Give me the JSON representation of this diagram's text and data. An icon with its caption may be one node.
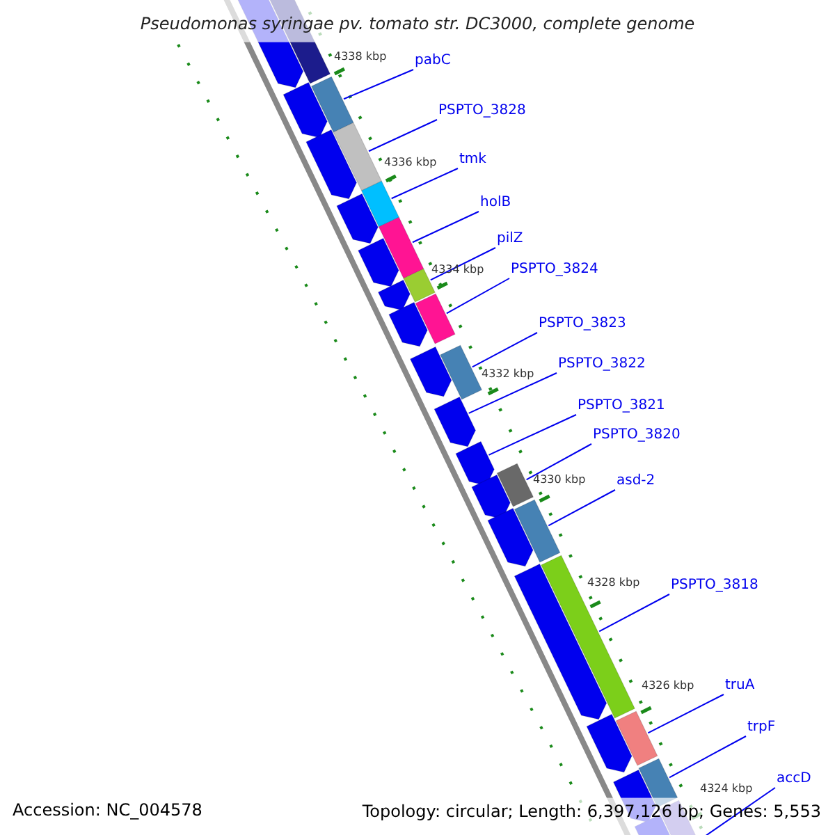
{
  "diagram": {
    "title": "Pseudomonas syringae pv. tomato str. DC3000, complete genome",
    "nodes": [
      {
        "text": [
          "pabC"
        ]
      },
      {
        "text": [
          "PSPTO_3828"
        ]
      },
      {
        "text": [
          "tmk"
        ]
      },
      {
        "text": [
          "holB"
        ]
      },
      {
        "text": [
          "pilZ"
        ]
      },
      {
        "text": [
          "PSPTO_3824"
        ]
      },
      {
        "text": [
          "PSPTO_3823"
        ]
      },
      {
        "text": [
          "PSPTO_3822"
        ]
      },
      {
        "text": [
          "PSPTO_3821"
        ]
      },
      {
        "text": [
          "PSPTO_3820"
        ]
      },
      {
        "text": [
          "asd-2"
        ]
      },
      {
        "text": [
          "PSPTO_3818"
        ]
      },
      {
        "text": [
          "truA"
        ]
      },
      {
        "text": [
          "trpF"
        ]
      },
      {
        "text": [
          "accD"
        ]
      },
      {
        "text": [],
        "shape": "arrow"
      },
      {
        "text": [],
        "shape": "bar"
      },
      {
        "text": [],
        "shape": "bar"
      },
      {
        "text": [],
        "shape": "arrow"
      },
      {
        "text": [],
        "shape": "bar"
      },
      {
        "text": [],
        "shape": "arrow"
      },
      {
        "text": [],
        "shape": "bar"
      },
      {
        "text": [],
        "shape": "arrow"
      },
      {
        "text": [],
        "shape": "bar"
      },
      {
        "text": [],
        "shape": "arrow"
      },
      {
        "text": [],
        "shape": "bar"
      },
      {
        "text": [],
        "shape": "arrow"
      },
      {
        "text": [],
        "shape": "bar"
      },
      {
        "text": [],
        "shape": "arrow"
      },
      {
        "text": [],
        "shape": "bar"
      },
      {
        "text": [],
        "shape": "arrow"
      },
      {
        "text": [],
        "shape": "arrow"
      },
      {
        "text": [],
        "shape": "arrow"
      },
      {
        "text": [],
        "shape": "bar"
      },
      {
        "text": [],
        "shape": "arrow"
      },
      {
        "text": [],
        "shape": "bar"
      },
      {
        "text": [],
        "shape": "arrow"
      },
      {
        "text": [],
        "shape": "bar"
      },
      {
        "text": [],
        "shape": "arrow"
      },
      {
        "text": [],
        "shape": "bar"
      },
      {
        "text": [],
        "shape": "arrow"
      },
      {
        "text": [],
        "shape": "bar"
      },
      {
        "text": [],
        "shape": "arrow"
      },
      {
        "text": [],
        "shape": "bar"
      },
      {
        "text": [],
        "shape": "arrow"
      }
    ],
    "edges": [
      {
        "from": 0,
        "to": 17,
        "arrow": "none"
      },
      {
        "from": 1,
        "to": 19,
        "arrow": "none"
      },
      {
        "from": 2,
        "to": 21,
        "arrow": "none"
      },
      {
        "from": 3,
        "to": 23,
        "arrow": "none"
      },
      {
        "from": 4,
        "to": 25,
        "arrow": "none"
      },
      {
        "from": 5,
        "to": 27,
        "arrow": "none"
      },
      {
        "from": 6,
        "to": 29,
        "arrow": "none"
      },
      {
        "from": 7,
        "to": 31,
        "arrow": "none"
      },
      {
        "from": 8,
        "to": 32,
        "arrow": "none"
      },
      {
        "from": 9,
        "to": 33,
        "arrow": "none"
      },
      {
        "from": 10,
        "to": 35,
        "arrow": "none"
      },
      {
        "from": 11,
        "to": 37,
        "arrow": "none"
      },
      {
        "from": 12,
        "to": 39,
        "arrow": "none"
      },
      {
        "from": 13,
        "to": 41,
        "arrow": "none"
      },
      {
        "from": 14,
        "to": 43,
        "arrow": "none"
      }
    ],
    "labels": [
      "4338 kbp",
      "4336 kbp",
      "4334 kbp",
      "4332 kbp",
      "4330 kbp",
      "4328 kbp",
      "4326 kbp",
      "4324 kbp",
      "Accession: NC_004578",
      "Topology: circular; Length: 6,397,126 bp; Genes: 5,553"
    ]
  }
}
